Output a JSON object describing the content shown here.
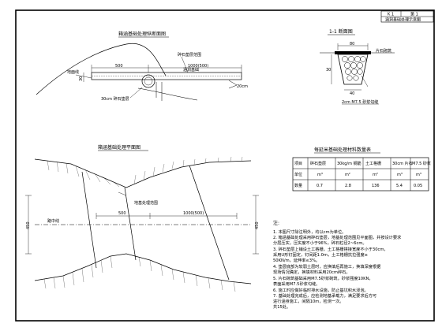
{
  "title_block": {
    "left": "K 1",
    "right": "第 1",
    "name": "涵洞基础处理示意图"
  },
  "views": {
    "profile_title": "箱涵基础处理纵断面图",
    "plan_title": "箱涵基础处理平面图",
    "section_title": "1-1 断面图",
    "table_title": "每延米基础处理材料数量表"
  },
  "profile": {
    "dim_500": "500",
    "dim_1000": "1000(500)",
    "dim_layer": "30cm 碎石垫层",
    "dim_20cm": "20cm",
    "dim_30": "30",
    "label_left": "地面线",
    "label_center": "涵洞基础",
    "label_band": "碎石垫层范围"
  },
  "plan": {
    "dim_500": "500",
    "dim_1000": "1000(500)",
    "dim_450_left": "450",
    "dim_450_right": "450",
    "label_axis": "路中线",
    "label_zone": "地基处理范围"
  },
  "section": {
    "dim_80": "80",
    "dim_40": "40",
    "dim_30": "30",
    "label_mortar": "2cm M7.5 砂浆勾缝",
    "label_right": "片石砌筑"
  },
  "table": {
    "headers": [
      "项目",
      "碎石垫层",
      "30kg/m 钢筋",
      "土工格栅",
      "30cm 片石",
      "M7.5 砂浆"
    ],
    "units": [
      "单位",
      "m³",
      "m²",
      "m²",
      "m³",
      "m³"
    ],
    "values": [
      "数量",
      "0.7",
      "2.8",
      "136",
      "5.4",
      "0.05"
    ]
  },
  "notes": {
    "heading": "注:",
    "lines": [
      "1. 本图尺寸除注明外，均以cm为单位。",
      "2. 箱涵基础处理采用碎石垫层，地基处理范围见平面图，并按设计要求",
      "   分层压实，压实度不小于96%，碎石粒径2~6cm。",
      "3. 碎石垫层上铺设土工格栅，土工格栅搭接宽度不小于30cm，",
      "   采用U形钉固定，钉间距1.0m，土工格栅抗拉强度≥",
      "   50KN/m，延伸率≤3%。",
      "4. 垫层底部为软弱土层时，应换填后再施工，换填深度根据",
      "   现场情况确定，换填材料采用20cm碎石。",
      "5. 片石砌筑基础采用M7.5砂浆砌筑，砂浆强度10KN，",
      "   表面采用M7.5砂浆勾缝。",
      "6. 施工时应做好临时排水设施，防止基坑积水浸泡。",
      "7. 基础处理完成后，应检测地基承载力，满足要求后方可",
      "   进行涵身施工，间隔10m，检测一次。",
      "   共15处。"
    ]
  },
  "colors": {
    "line": "#000000",
    "hatch": "#333333",
    "background": "#ffffff"
  }
}
